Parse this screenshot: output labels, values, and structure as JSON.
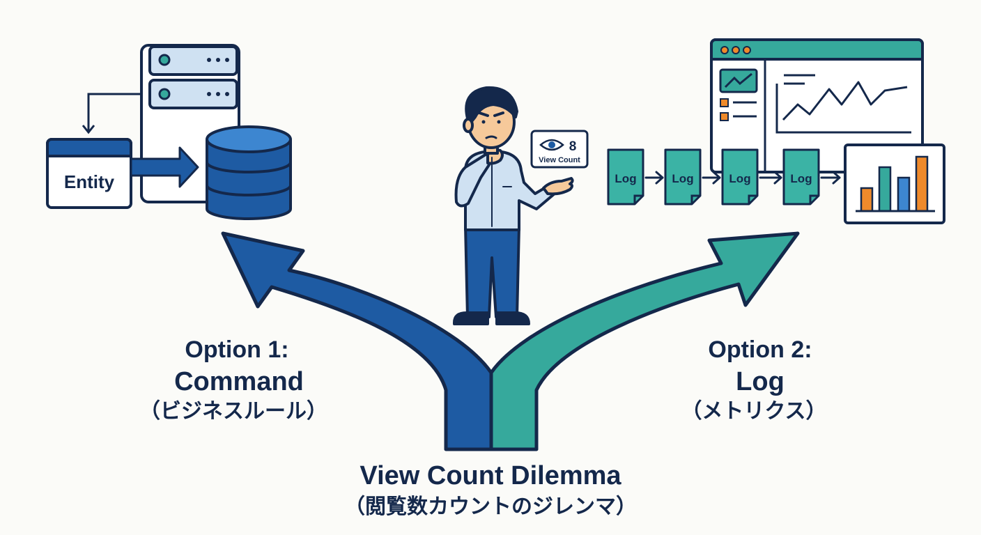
{
  "colors": {
    "navy": "#14284b",
    "blue": "#1e5ba3",
    "light_blue": "#cfe1f2",
    "teal": "#36a99c",
    "teal_light": "#3bb3a5",
    "orange": "#ef8a2b",
    "background": "#fbfbf8"
  },
  "left": {
    "entity_label": "Entity",
    "icons": [
      "server-rack-icon",
      "database-icon",
      "entity-card-icon"
    ],
    "option_title": "Option 1:",
    "option_name": "Command",
    "option_sub": "（ビジネスルール）"
  },
  "center": {
    "badge_count": "8",
    "badge_label": "View Count",
    "icons": [
      "thinking-person-icon",
      "eye-icon"
    ],
    "title": "View Count Dilemma",
    "subtitle": "（閲覧数カウントのジレンマ）"
  },
  "right": {
    "logs": [
      "Log",
      "Log",
      "Log",
      "Log"
    ],
    "icons": [
      "dashboard-window-icon",
      "bar-chart-icon",
      "log-file-icon"
    ],
    "option_title": "Option 2:",
    "option_name": "Log",
    "option_sub": "（メトリクス）"
  }
}
